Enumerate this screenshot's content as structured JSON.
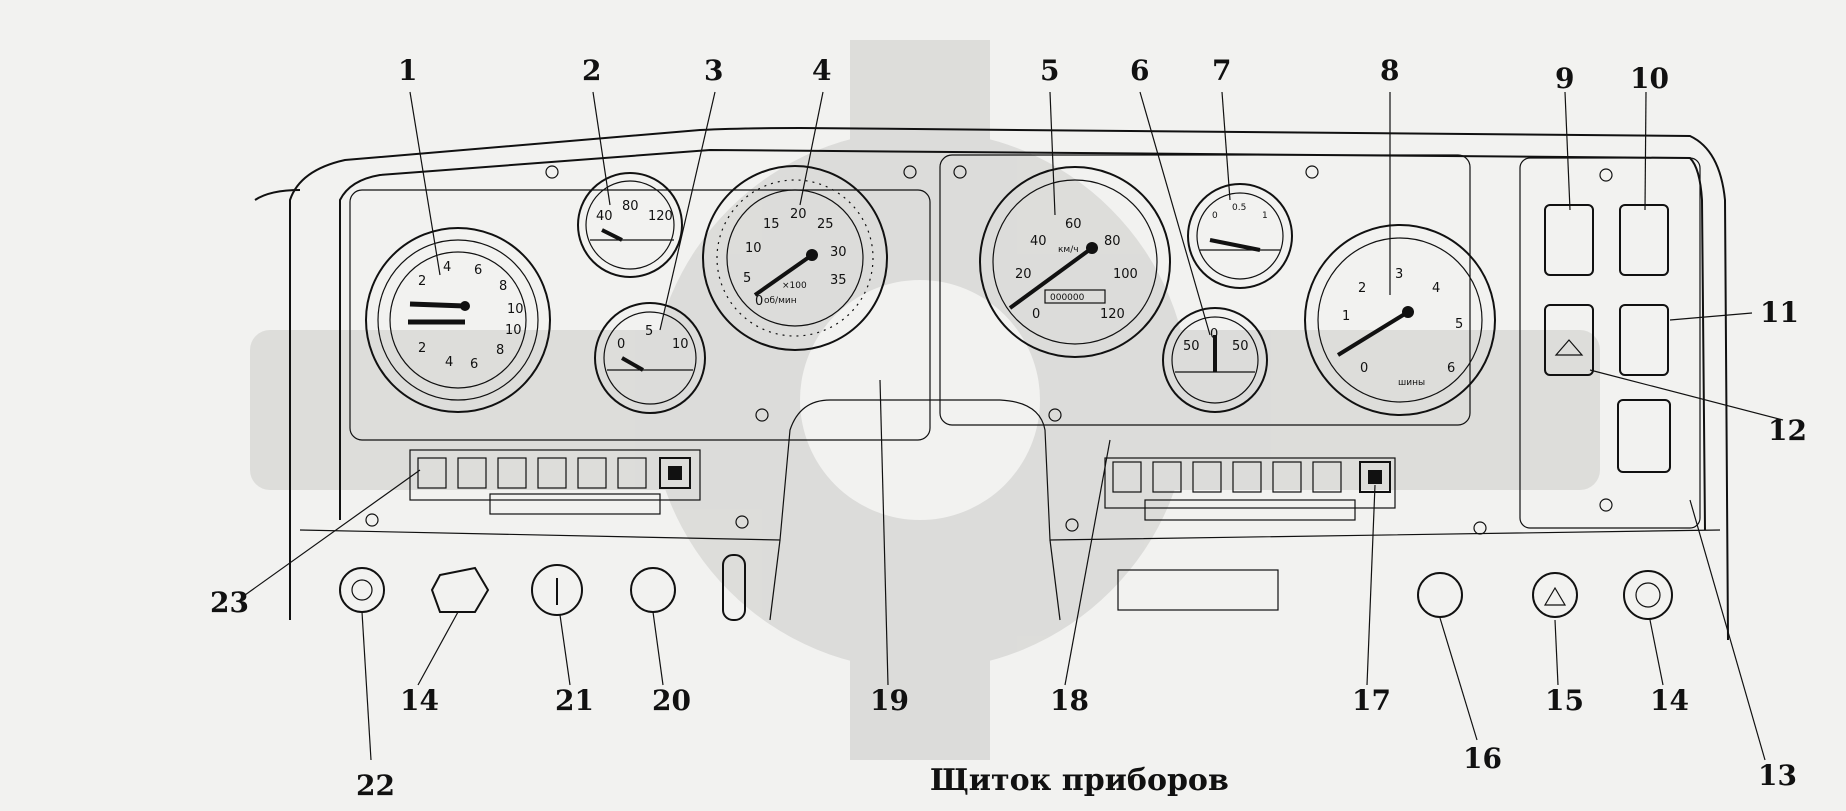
{
  "caption": "Щиток приборов",
  "callouts": [
    "1",
    "2",
    "3",
    "4",
    "5",
    "6",
    "7",
    "8",
    "9",
    "10",
    "11",
    "12",
    "13",
    "14",
    "15",
    "16",
    "17",
    "18",
    "19",
    "20",
    "21",
    "22",
    "23"
  ],
  "gauges": {
    "tachometer_scale": [
      "0",
      "5",
      "10",
      "15",
      "20",
      "25",
      "30",
      "35"
    ],
    "tachometer_label": "×100",
    "tachometer_unit": "об/мин",
    "speedometer_scale": [
      "0",
      "20",
      "40",
      "60",
      "80",
      "100",
      "120"
    ],
    "speedometer_unit": "км/ч",
    "speedometer_odometer": "000000",
    "gauge2_scale": [
      "40",
      "80",
      "120"
    ],
    "gauge3_scale": [
      "0",
      "5",
      "10"
    ],
    "gauge6_scale": [
      "50",
      "0",
      "50"
    ],
    "gauge7_scale": [
      "0",
      "0.5",
      "1"
    ],
    "gauge8_scale": [
      "0",
      "1",
      "2",
      "3",
      "4",
      "5",
      "6"
    ],
    "gauge8_label": "шины",
    "gauge1_upper_scale": [
      "2",
      "4",
      "6",
      "8",
      "10"
    ],
    "gauge1_lower_scale": [
      "2",
      "4",
      "6",
      "8",
      "10"
    ]
  },
  "colors": {
    "ink": "#111111",
    "paper": "#f2f2f0",
    "watermark": "#d7d7d5"
  }
}
